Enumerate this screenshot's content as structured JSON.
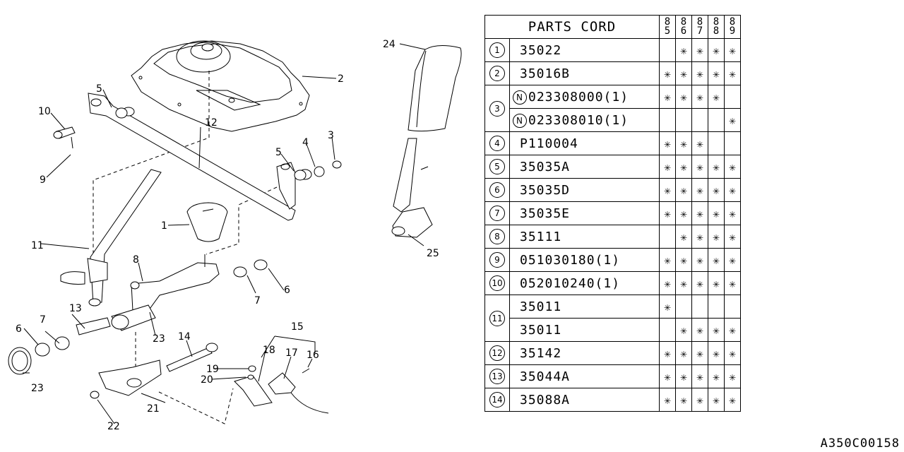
{
  "diagram": {
    "callouts": [
      "1",
      "2",
      "3",
      "4",
      "5",
      "5",
      "6",
      "6",
      "7",
      "7",
      "8",
      "9",
      "10",
      "11",
      "12",
      "13",
      "14",
      "15",
      "16",
      "17",
      "18",
      "19",
      "20",
      "21",
      "22",
      "23",
      "23",
      "24",
      "25"
    ]
  },
  "table": {
    "header": "PARTS CORD",
    "years": [
      [
        "8",
        "5"
      ],
      [
        "8",
        "6"
      ],
      [
        "8",
        "7"
      ],
      [
        "8",
        "8"
      ],
      [
        "8",
        "9"
      ]
    ],
    "mark_symbol": "✳",
    "rows": [
      {
        "ref": "1",
        "code": "35022",
        "new": false,
        "marks": [
          false,
          true,
          true,
          true,
          true
        ]
      },
      {
        "ref": "2",
        "code": "35016B",
        "new": false,
        "marks": [
          true,
          true,
          true,
          true,
          true
        ]
      },
      {
        "ref": "3",
        "code": "023308000(1)",
        "new": true,
        "marks": [
          true,
          true,
          true,
          true,
          false
        ]
      },
      {
        "ref": "3",
        "code": "023308010(1)",
        "new": true,
        "marks": [
          false,
          false,
          false,
          false,
          true
        ]
      },
      {
        "ref": "4",
        "code": "P110004",
        "new": false,
        "marks": [
          true,
          true,
          true,
          false,
          false
        ]
      },
      {
        "ref": "5",
        "code": "35035A",
        "new": false,
        "marks": [
          true,
          true,
          true,
          true,
          true
        ]
      },
      {
        "ref": "6",
        "code": "35035D",
        "new": false,
        "marks": [
          true,
          true,
          true,
          true,
          true
        ]
      },
      {
        "ref": "7",
        "code": "35035E",
        "new": false,
        "marks": [
          true,
          true,
          true,
          true,
          true
        ]
      },
      {
        "ref": "8",
        "code": "35111",
        "new": false,
        "marks": [
          false,
          true,
          true,
          true,
          true
        ]
      },
      {
        "ref": "9",
        "code": "051030180(1)",
        "new": false,
        "marks": [
          true,
          true,
          true,
          true,
          true
        ]
      },
      {
        "ref": "10",
        "code": "052010240(1)",
        "new": false,
        "marks": [
          true,
          true,
          true,
          true,
          true
        ]
      },
      {
        "ref": "11",
        "code": "35011",
        "new": false,
        "marks": [
          true,
          false,
          false,
          false,
          false
        ]
      },
      {
        "ref": "11",
        "code": "35011",
        "new": false,
        "marks": [
          false,
          true,
          true,
          true,
          true
        ]
      },
      {
        "ref": "12",
        "code": "35142",
        "new": false,
        "marks": [
          true,
          true,
          true,
          true,
          true
        ]
      },
      {
        "ref": "13",
        "code": "35044A",
        "new": false,
        "marks": [
          true,
          true,
          true,
          true,
          true
        ]
      },
      {
        "ref": "14",
        "code": "35088A",
        "new": false,
        "marks": [
          true,
          true,
          true,
          true,
          true
        ]
      }
    ],
    "new_badge": "N"
  },
  "footer": {
    "diagram_code": "A350C00158"
  }
}
